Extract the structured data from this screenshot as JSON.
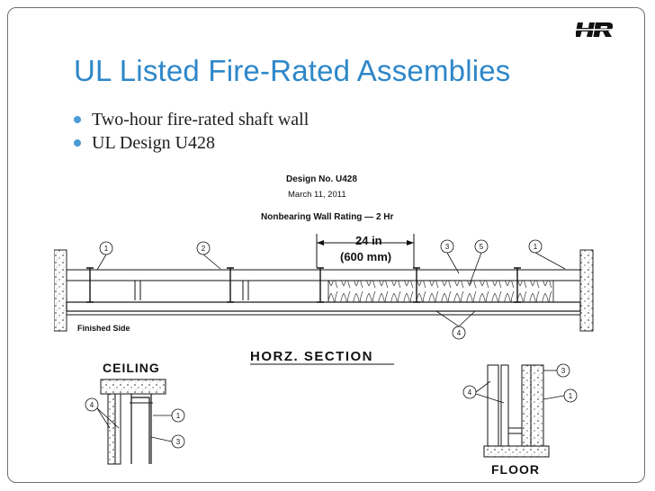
{
  "slide": {
    "title": "UL Listed Fire-Rated Assemblies",
    "bullets": [
      "Two-hour fire-rated shaft wall",
      "UL Design U428"
    ],
    "logo_icon": "hr-logo-icon",
    "accent_color": "#2e87c9"
  },
  "drawing": {
    "design_no": "Design No. U428",
    "date": "March 11, 2011",
    "rating": "Nonbearing Wall Rating — 2 Hr",
    "dim_in": "24 in",
    "dim_mm": "(600 mm)",
    "finished_side": "Finished Side",
    "section_label": "HORZ. SECTION",
    "ceiling_label": "CEILING",
    "floor_label": "FLOOR",
    "callouts": {
      "c1": "1",
      "c2": "2",
      "c3": "3",
      "c4": "4",
      "c5": "5"
    }
  }
}
